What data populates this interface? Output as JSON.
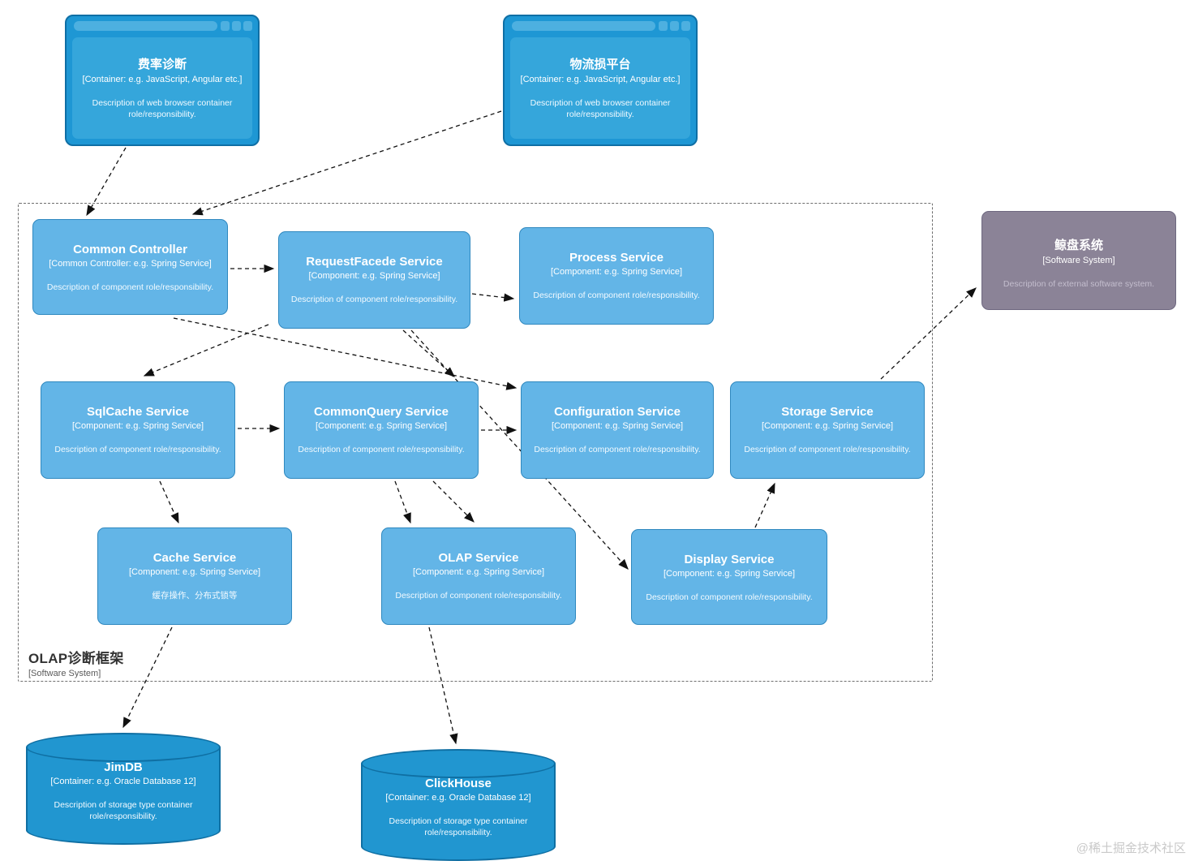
{
  "boundary": {
    "label": "OLAP诊断框架",
    "sublabel": "[Software System]"
  },
  "watermark": "@稀土掘金技术社区",
  "colors": {
    "container_blue": "#1e97d4",
    "container_inner_blue": "#35a6db",
    "component_blue": "#63b5e7",
    "component_border": "#2f88bf",
    "database_blue": "#2196d0",
    "external_gray": "#8b8397",
    "edge_black": "#111111"
  },
  "nodes": {
    "feilv": {
      "title": "费率诊断",
      "subtitle": "[Container: e.g. JavaScript, Angular etc.]",
      "desc": "Description of web browser container role/responsibility."
    },
    "wuliusun": {
      "title": "物流损平台",
      "subtitle": "[Container: e.g. JavaScript, Angular etc.]",
      "desc": "Description of web browser container role/responsibility."
    },
    "common_controller": {
      "title": "Common Controller",
      "subtitle": "[Common Controller: e.g. Spring Service]",
      "desc": "Description of component role/responsibility."
    },
    "requestfacede": {
      "title": "RequestFacede Service",
      "subtitle": "[Component: e.g. Spring Service]",
      "desc": "Description of component role/responsibility."
    },
    "process": {
      "title": "Process Service",
      "subtitle": "[Component: e.g. Spring Service]",
      "desc": "Description of component role/responsibility."
    },
    "jingpan": {
      "title": "鲸盘系统",
      "subtitle": "[Software System]",
      "desc": "Description of external software system."
    },
    "sqlcache": {
      "title": "SqlCache Service",
      "subtitle": "[Component: e.g. Spring Service]",
      "desc": "Description of component role/responsibility."
    },
    "commonquery": {
      "title": "CommonQuery Service",
      "subtitle": "[Component: e.g. Spring Service]",
      "desc": "Description of component role/responsibility."
    },
    "configuration": {
      "title": "Configuration Service",
      "subtitle": "[Component: e.g. Spring Service]",
      "desc": "Description of component role/responsibility."
    },
    "storage": {
      "title": "Storage Service",
      "subtitle": "[Component: e.g. Spring Service]",
      "desc": "Description of component role/responsibility."
    },
    "cache": {
      "title": "Cache Service",
      "subtitle": "[Component: e.g. Spring Service]",
      "desc": "缓存操作、分布式锁等"
    },
    "olap": {
      "title": "OLAP Service",
      "subtitle": "[Component: e.g. Spring Service]",
      "desc": "Description of component role/responsibility."
    },
    "display": {
      "title": "Display Service",
      "subtitle": "[Component: e.g. Spring Service]",
      "desc": "Description of component role/responsibility."
    },
    "jimdb": {
      "title": "JimDB",
      "subtitle": "[Container: e.g. Oracle Database 12]",
      "desc": "Description of storage type container role/responsibility."
    },
    "clickhouse": {
      "title": "ClickHouse",
      "subtitle": "[Container: e.g. Oracle Database 12]",
      "desc": "Description of storage type container role/responsibility."
    }
  }
}
